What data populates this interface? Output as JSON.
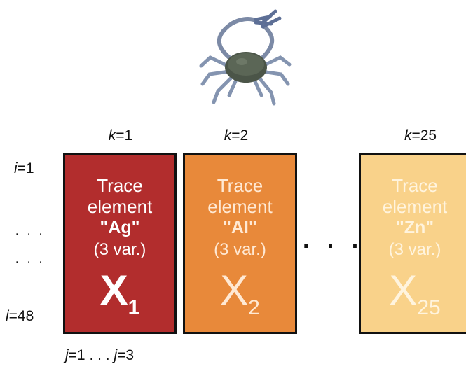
{
  "diagram": {
    "columns": [
      {
        "k_var": "k",
        "k_value": "=1",
        "line1": "Trace",
        "line2": "element",
        "symbol": "\"Ag\"",
        "vars": "(3 var.)",
        "matrix": "X",
        "subscript": "1",
        "fill": "#b22d2d"
      },
      {
        "k_var": "k",
        "k_value": "=2",
        "line1": "Trace",
        "line2": "element",
        "symbol": "\"Al\"",
        "vars": "(3 var.)",
        "matrix": "X",
        "subscript": "2",
        "fill": "#e8893a"
      },
      {
        "k_var": "k",
        "k_value": "=25",
        "line1": "Trace",
        "line2": "element",
        "symbol": "\"Zn\"",
        "vars": "(3 var.)",
        "matrix": "X",
        "subscript": "25",
        "fill": "#f9d28a"
      }
    ],
    "rows": {
      "i_var": "i",
      "first_value": "=1",
      "dots": ". . .",
      "last_value": "=48"
    },
    "cols_j": {
      "j_var": "j",
      "first_value": "=1",
      "middle": " . . . ",
      "last_value": "=3"
    },
    "ellipsis": ". . ."
  }
}
